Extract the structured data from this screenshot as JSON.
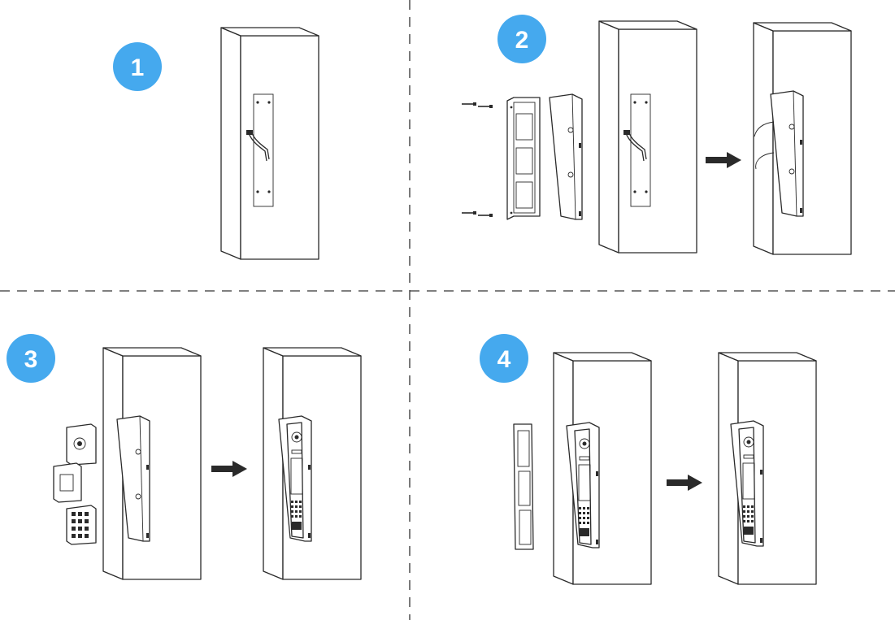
{
  "accent_color": "#45a9ee",
  "steps": [
    {
      "label": "1"
    },
    {
      "label": "2"
    },
    {
      "label": "3"
    },
    {
      "label": "4"
    }
  ],
  "icons": {
    "arrow": "right-arrow-icon",
    "screw": "screw-icon"
  }
}
